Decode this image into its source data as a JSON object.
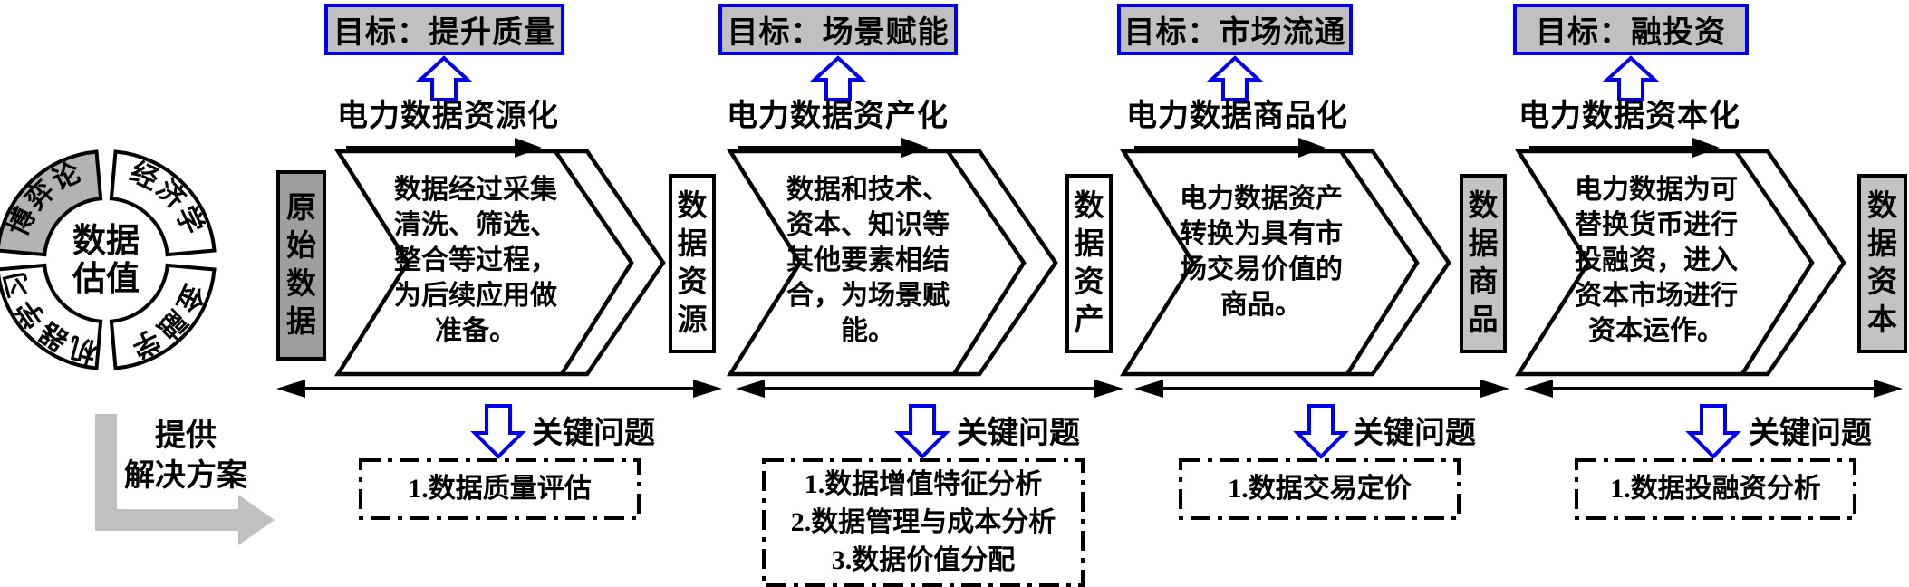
{
  "wheel": {
    "center_line1": "数据",
    "center_line2": "估值",
    "disciplines": [
      "博弈论",
      "经济学",
      "金融学",
      "机器学习"
    ]
  },
  "solution": {
    "line1": "提供",
    "line2": "解决方案"
  },
  "input_stage": "原始数据",
  "colors": {
    "accent_blue": "#0000ee",
    "goal_box_gray": "#c0c0c0",
    "input_box_gray": "#9e9e9e",
    "stage_box_gray": "#c3c3c3",
    "wheel_segment_gray": "#b3b3b3"
  },
  "sections": [
    {
      "goal": "目标：提升质量",
      "process": "电力数据资源化",
      "description": "数据经过采集\n清洗、筛选、\n整合等过程，\n为后续应用做\n准备。",
      "output": "数据资源",
      "key_issues_label": "关键问题",
      "issues": [
        "1.数据质量评估"
      ]
    },
    {
      "goal": "目标：场景赋能",
      "process": "电力数据资产化",
      "description": "数据和技术、\n资本、知识等\n其他要素相结\n合，为场景赋\n能。",
      "output": "数据资产",
      "key_issues_label": "关键问题",
      "issues": [
        "1.数据增值特征分析",
        "2.数据管理与成本分析",
        "3.数据价值分配"
      ]
    },
    {
      "goal": "目标：市场流通",
      "process": "电力数据商品化",
      "description": "电力数据资产\n转换为具有市\n场交易价值的\n商品。",
      "output": "数据商品",
      "key_issues_label": "关键问题",
      "issues": [
        "1.数据交易定价"
      ]
    },
    {
      "goal": "目标：融投资",
      "process": "电力数据资本化",
      "description": "电力数据为可\n替换货币进行\n投融资，进入\n资本市场进行\n资本运作。",
      "output": "数据资本",
      "key_issues_label": "关键问题",
      "issues": [
        "1.数据投融资分析"
      ]
    }
  ]
}
